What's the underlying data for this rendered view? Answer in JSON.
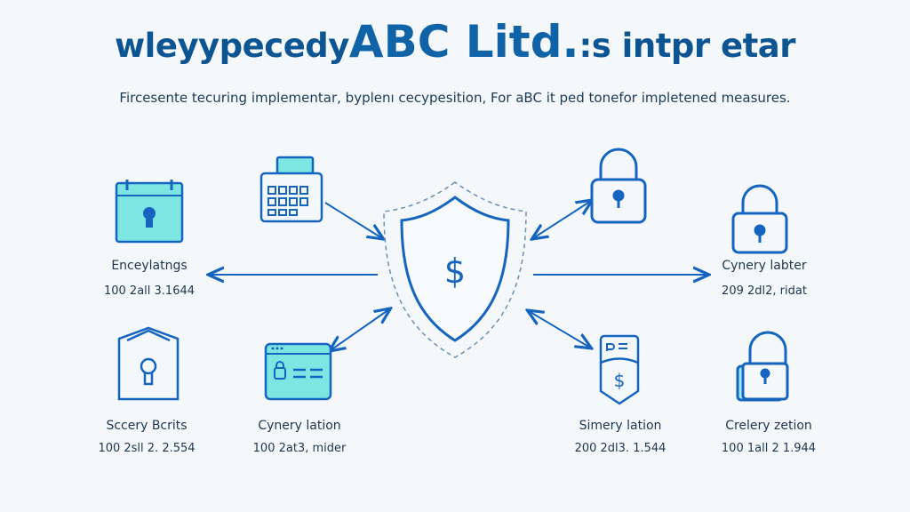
{
  "title": {
    "part1": "wleyypecedy",
    "part2": "ABC Litd.",
    "part3": ":s intpr etar"
  },
  "subtitle": "Fircesente tecuring implementar, byplenı cecypesition, For aBC it ped tonefor impletened measures.",
  "center": {
    "icon": "shield-dollar-icon",
    "symbol": "$"
  },
  "items": [
    {
      "label": "Enceylatngs",
      "value": "100 2all 3.1644",
      "icon": "calendar-lock-icon"
    },
    {
      "label": "Cynery labter",
      "value": "209 2dl2, ridat",
      "icon": "padlock-icon"
    },
    {
      "label": "Sccery Bcrits",
      "value": "100 2sll 2. 2.554",
      "icon": "house-keyhole-icon"
    },
    {
      "label": "Cynery lation",
      "value": "100 2at3, mider",
      "icon": "browser-lock-icon"
    },
    {
      "label": "Simery lation",
      "value": "200 2dl3. 1.544",
      "icon": "shield-document-icon"
    },
    {
      "label": "Crelery zetion",
      "value": "100 1all 2 1.944",
      "icon": "padlock-icon"
    }
  ],
  "colors": {
    "primary": "#1565c0",
    "title": "#0d5592",
    "fill": "#7de6e2",
    "background": "#f4f8fb"
  }
}
